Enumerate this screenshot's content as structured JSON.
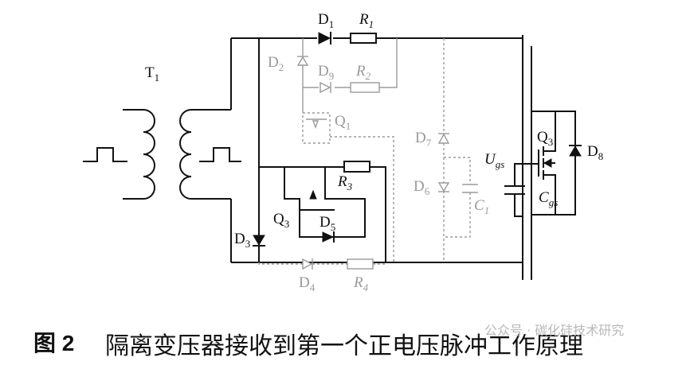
{
  "diagram": {
    "labels": {
      "t1": "T",
      "t1_sub": "1",
      "d1": "D",
      "d1_sub": "1",
      "r1": "R",
      "r1_sub": "1",
      "d2": "D",
      "d2_sub": "2",
      "d9": "D",
      "d9_sub": "9",
      "r2": "R",
      "r2_sub": "2",
      "q1": "Q",
      "q1_sub": "1",
      "r3": "R",
      "r3_sub": "3",
      "q3_left": "Q",
      "q3_left_sub": "3",
      "d5": "D",
      "d5_sub": "5",
      "d3": "D",
      "d3_sub": "3",
      "d4": "D",
      "d4_sub": "4",
      "r4": "R",
      "r4_sub": "4",
      "d7": "D",
      "d7_sub": "7",
      "d6": "D",
      "d6_sub": "6",
      "c1": "C",
      "c1_sub": "1",
      "ugs": "U",
      "ugs_sub": "gs",
      "cgs": "C",
      "cgs_sub": "gs",
      "q3_right": "Q",
      "q3_right_sub": "3",
      "d8": "D",
      "d8_sub": "8"
    },
    "colors": {
      "active": "#111111",
      "inactive": "#9a9a9a"
    }
  },
  "caption": {
    "number": "图 2",
    "text": "隔离变压器接收到第一个正电压脉冲工作原理"
  },
  "watermark": {
    "text": "公众号 · 碳化硅技术研究"
  }
}
